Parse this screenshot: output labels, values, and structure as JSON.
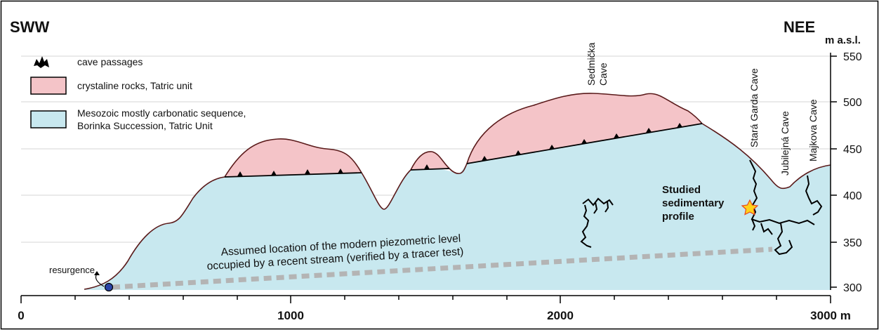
{
  "orientation": {
    "left": "SWW",
    "right": "NEE"
  },
  "legend": {
    "cave": "cave passages",
    "crystalline": "crystaline rocks, Tatric unit",
    "mesozoic_line1": "Mesozoic mostly carbonatic sequence,",
    "mesozoic_line2": "Borinka Succession, Tatric Unit"
  },
  "axes": {
    "y_unit": "m a.s.l.",
    "y_ticks": [
      "550",
      "500",
      "450",
      "400",
      "350",
      "300"
    ],
    "x_ticks": [
      "0",
      "1000",
      "2000",
      "3000 m"
    ]
  },
  "labels": {
    "sedmicka_1": "Sedmička",
    "sedmicka_2": "Cave",
    "stara_garda": "Stará Garda Cave",
    "jubilejna": "Jubilejná Cave",
    "majkova": "Majkova Cave",
    "studied_1": "Studied",
    "studied_2": "sedimentary",
    "studied_3": "profile",
    "resurgence": "resurgence",
    "piezo_1": "Assumed location of the modern piezometric level",
    "piezo_2": "occupied by a recent stream (verified by a tracer test)"
  },
  "colors": {
    "mesozoic": "#c8e8ef",
    "crystalline": "#f4c4c8",
    "outline": "#5a1a1a",
    "piezometric": "#b4b4b4",
    "star": "#ffd21a",
    "resurgence_dot": "#2a44a8"
  }
}
